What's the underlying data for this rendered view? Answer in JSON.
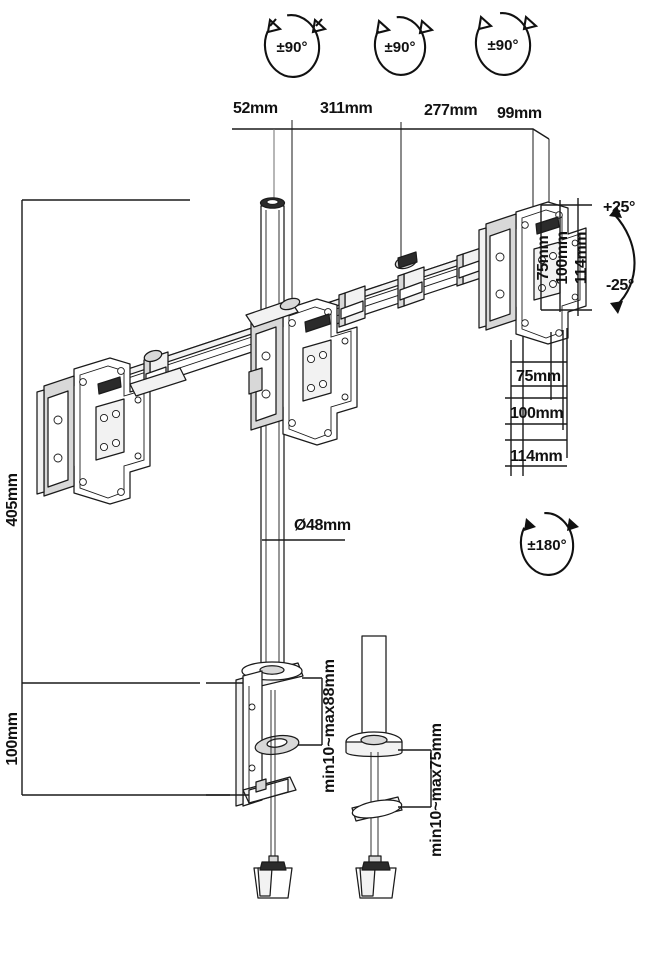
{
  "drawing": {
    "title": "Triple Monitor Desk Mount Dimensional Drawing",
    "top_dimensions": [
      {
        "id": "d52",
        "label": "52mm"
      },
      {
        "id": "d311",
        "label": "311mm"
      },
      {
        "id": "d277",
        "label": "277mm"
      },
      {
        "id": "d99",
        "label": "99mm"
      }
    ],
    "rotation_arcs": [
      {
        "id": "arc-left",
        "label": "±90°"
      },
      {
        "id": "arc-center",
        "label": "±90°"
      },
      {
        "id": "arc-right",
        "label": "±90°"
      }
    ],
    "swivel_arc": {
      "label": "±180°"
    },
    "tilt": {
      "up_label": "+25°",
      "down_label": "-25°"
    },
    "height_dimensions": [
      {
        "id": "h405",
        "label": "405mm"
      },
      {
        "id": "h100",
        "label": "100mm"
      }
    ],
    "pole": {
      "diameter_label": "Ø48mm"
    },
    "vesa_vertical": [
      {
        "id": "vv75",
        "label": "75mm"
      },
      {
        "id": "vv100",
        "label": "100mm"
      },
      {
        "id": "vv114",
        "label": "114mm"
      }
    ],
    "vesa_horizontal": [
      {
        "id": "vh75",
        "label": "75mm"
      },
      {
        "id": "vh100",
        "label": "100mm"
      },
      {
        "id": "vh114",
        "label": "114mm"
      }
    ],
    "mounts": [
      {
        "id": "c-clamp",
        "label": "min10~max88mm"
      },
      {
        "id": "grommet",
        "label": "min10~max75mm"
      }
    ],
    "colors": {
      "line": "#1b1b1b",
      "extension": "#6f6f6f",
      "fill": "#ffffff",
      "shade": "#f2f2f2",
      "dark": "#2b2b2b",
      "background": "#ffffff"
    }
  }
}
